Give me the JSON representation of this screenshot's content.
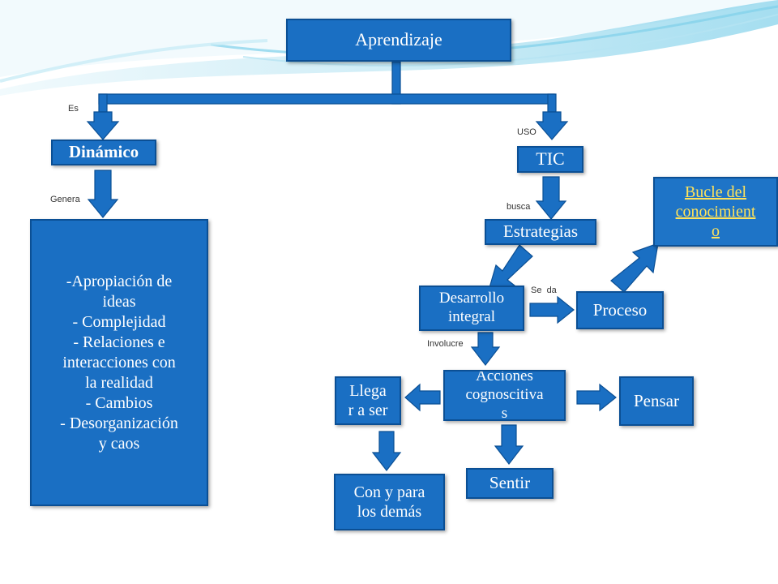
{
  "colors": {
    "box_fill": "#1a6fc3",
    "box_border": "#0b4f94",
    "text": "#ffffff",
    "link": "#ffe35a",
    "arrow": "#1a6fc3"
  },
  "nodes": {
    "aprendizaje": "Aprendizaje",
    "dinamico": "Dinámico",
    "tic": "TIC",
    "estrategias": "Estrategias",
    "bucle": "Bucle del\nconocimient\no",
    "apropiacion": "-Apropiación de\nideas\n- Complejidad\n- Relaciones e\ninteracciones con\nla realidad\n- Cambios\n- Desorganización\ny caos",
    "desarrollo": "Desarrollo\nintegral",
    "proceso": "Proceso",
    "acciones": "Acciones\ncognoscitiva\ns",
    "llegar": "Llega\nr a ser",
    "pensar": "Pensar",
    "sentir": "Sentir",
    "con_para": "Con y para\nlos demás"
  },
  "labels": {
    "es": "Es",
    "uso": "USO",
    "genera": "Genera",
    "busca": "busca",
    "se_da": "Se  da",
    "involucre": "Involucre"
  }
}
